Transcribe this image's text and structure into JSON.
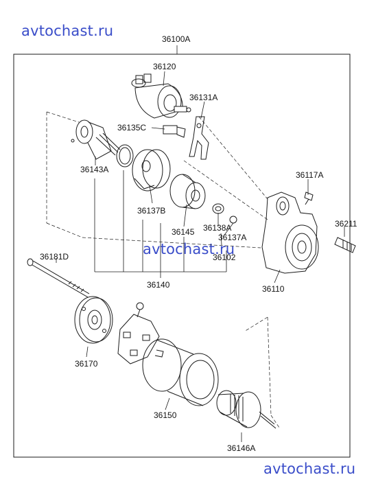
{
  "watermarks": {
    "top": "avtochast.ru",
    "middle": "avtochast.ru",
    "bottom": "avtochast.ru",
    "color": "#3a4dc9"
  },
  "parts": {
    "assembly": "36100A",
    "solenoid": "36120",
    "lever": "36131A",
    "lever_holder": "36135C",
    "pinion_shaft": "36143A",
    "gear_housing": "36137B",
    "overrunning_clutch": "36145",
    "washer": "36138A",
    "stop_ring": "36137A",
    "planetary_kit": "36102",
    "repair_kit": "36140",
    "front_bracket_bolt": "36117A",
    "mount_bolt": "36211",
    "front_bracket": "36110",
    "through_bolt": "36181D",
    "rear_cover": "36170",
    "yoke": "36150",
    "armature": "36146A"
  },
  "colors": {
    "line": "#1a1a1a",
    "label": "#111111"
  }
}
